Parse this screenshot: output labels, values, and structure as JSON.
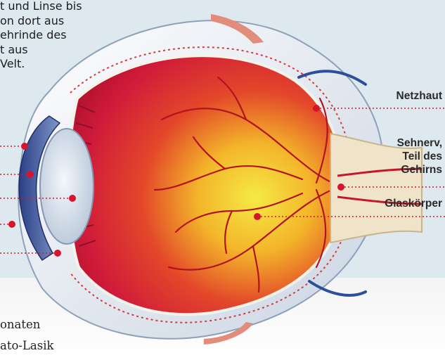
{
  "intro": {
    "lines": [
      "t und Linse bis",
      "on dort aus",
      "ehrinde des",
      "t aus",
      "Velt."
    ]
  },
  "labels": {
    "netzhaut": "Netzhaut",
    "sehnerv_1": "Sehnerv,",
    "sehnerv_2": "Teil des",
    "sehnerv_3": "Gehirns",
    "glaskoerper": "Glaskörper"
  },
  "bottom_text": {
    "line1": "onaten",
    "line2": "ato-Lasik"
  },
  "colors": {
    "background": "#dde9ef",
    "leader_line": "#d11a2a",
    "vitreous_inner": "#f3e33a",
    "vitreous_outer": "#d31e33",
    "sclera": "#f2f2f5"
  }
}
